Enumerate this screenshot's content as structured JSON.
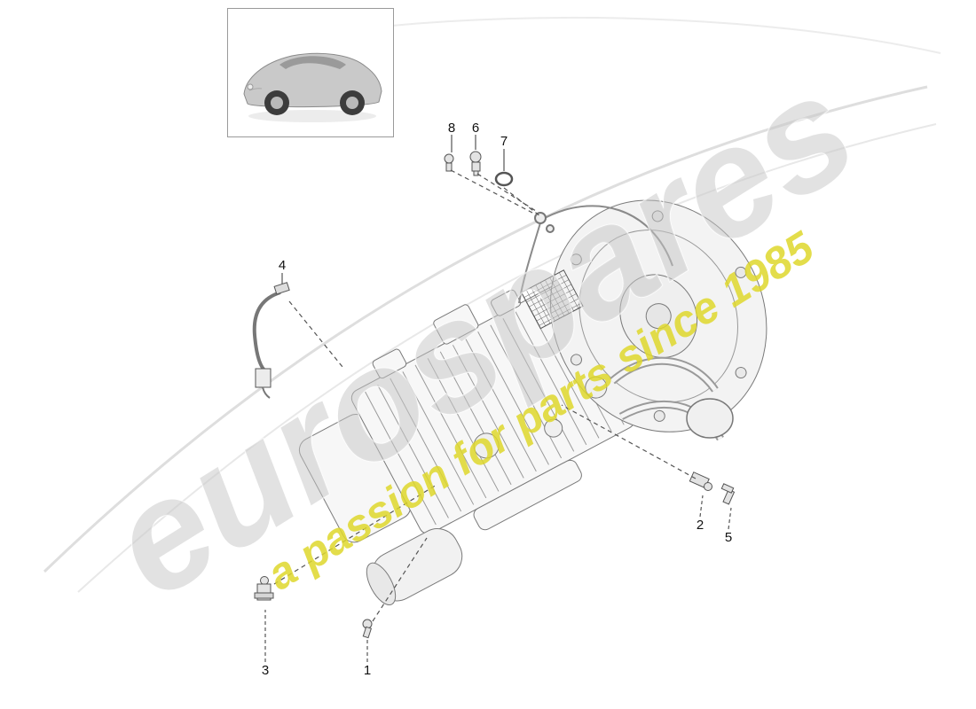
{
  "watermark": {
    "brand": "eurospares",
    "tagline": "a passion for parts since 1985",
    "brand_color": "#cccccc",
    "tagline_color": "#ded72b"
  },
  "vehicle_box": {
    "icon": "porsche-911-coupe-thumbnail"
  },
  "callouts": [
    {
      "label": "1"
    },
    {
      "label": "2"
    },
    {
      "label": "3"
    },
    {
      "label": "4"
    },
    {
      "label": "5"
    },
    {
      "label": "6"
    },
    {
      "label": "7"
    },
    {
      "label": "8"
    }
  ]
}
